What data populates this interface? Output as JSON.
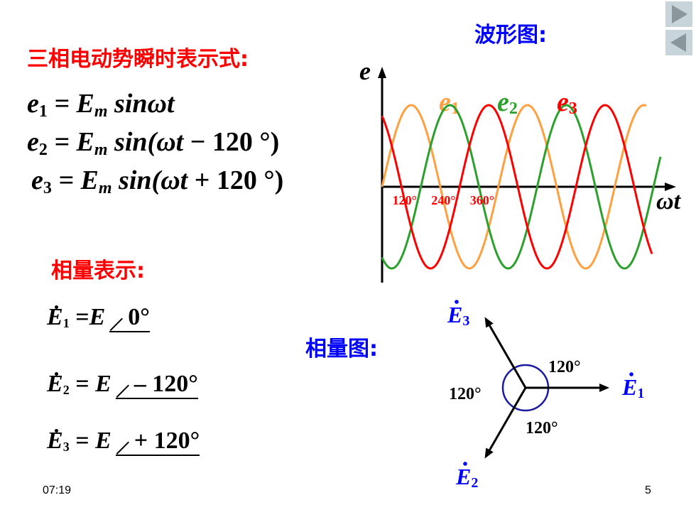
{
  "slide": {
    "heading": "三相电动势瞬时表示式:",
    "equations": {
      "e1": {
        "var": "e",
        "sub": "1",
        "rhs": "= E",
        "rhs_sub": "m",
        "func": " sin",
        "arg": "ωt"
      },
      "e2": {
        "var": "e",
        "sub": "2",
        "rhs": "= E",
        "rhs_sub": "m",
        "func": " sin(",
        "arg": "ωt",
        "tail": " − 120 °)"
      },
      "e3": {
        "var": "e",
        "sub": "3",
        "rhs": "= E",
        "rhs_sub": "m",
        "func": " sin(",
        "arg": "ωt",
        "tail": " + 120 °)"
      }
    },
    "phasor_heading": "相量表示:",
    "phasors": [
      {
        "E": "E",
        "sub": "1",
        "eq": " =",
        "mag": "E",
        "angle": "0°"
      },
      {
        "E": "E",
        "sub": "2",
        "eq": " = ",
        "mag": "E",
        "angle": "– 120°"
      },
      {
        "E": "E",
        "sub": "3",
        "eq": " = ",
        "mag": "E",
        "angle": "+ 120°"
      }
    ],
    "waveform_title": "波形图:",
    "phasor_diagram_title": "相量图:",
    "footer_time": "07:19",
    "page_number": "5"
  },
  "waveform": {
    "y_axis_label": "e",
    "x_axis_label": "ωt",
    "series": [
      {
        "name": "e",
        "sub": "1",
        "color": "#ffa040",
        "phase_deg": 0
      },
      {
        "name": "e",
        "sub": "2",
        "color": "#2ca02c",
        "phase_deg": -120
      },
      {
        "name": "e",
        "sub": "3",
        "color": "#ff0000",
        "phase_deg": 120
      }
    ],
    "tick_labels": [
      "120°",
      "240°",
      "360°"
    ],
    "tick_color": "#ff0000"
  },
  "phasor_diagram": {
    "vectors": [
      {
        "label": "E",
        "sub": "1",
        "angle_deg": 0
      },
      {
        "label": "E",
        "sub": "2",
        "angle_deg": -120
      },
      {
        "label": "E",
        "sub": "3",
        "angle_deg": 120
      }
    ],
    "angle_labels": [
      "120°",
      "120°",
      "120°"
    ],
    "label_color": "#0000ff",
    "arc_color": "#1a1aa0"
  },
  "nav": {
    "next": "next-slide",
    "prev": "previous-slide"
  }
}
